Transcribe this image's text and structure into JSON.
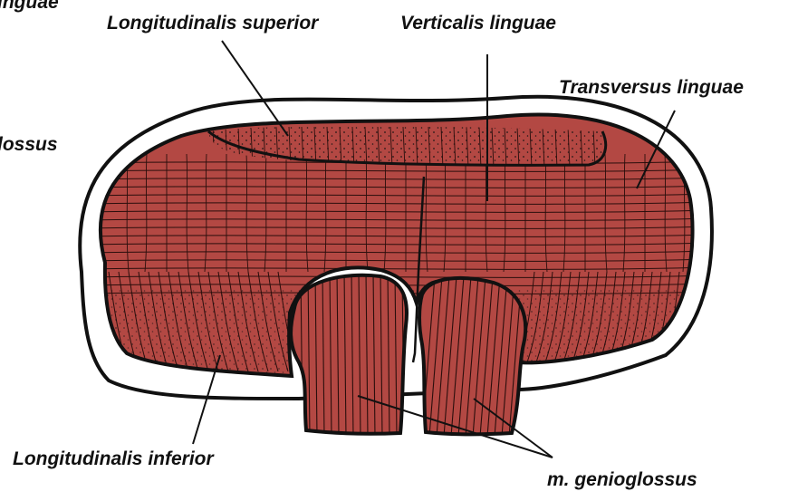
{
  "colors": {
    "muscle": "#b34843",
    "muscle_dark": "#8f302c",
    "outline": "#111111",
    "background": "#ffffff"
  },
  "labels": {
    "longitudinalis_superior": "Longitudinalis superior",
    "verticalis_linguae": "Verticalis linguae",
    "transversus_linguae": "Transversus linguae",
    "longitudinalis_inferior": "Longitudinalis inferior",
    "m_genioglossus": "m. genioglossus"
  },
  "cropped_text": {
    "top_left": "inguae",
    "mid_left": "lossus"
  }
}
